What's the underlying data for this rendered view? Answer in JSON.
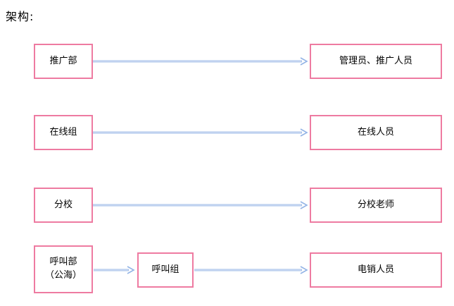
{
  "page": {
    "title": "架构:"
  },
  "colors": {
    "background": "#ffffff",
    "box_border": "#ee7ba1",
    "arrow": "#a6c0e8",
    "arrow_highlight": "#d9e5f7",
    "arrow_head": "#93b4e6",
    "text": "#000000"
  },
  "diagram": {
    "rows": [
      {
        "source": "推广部",
        "target": "管理员、推广人员"
      },
      {
        "source": "在线组",
        "target": "在线人员"
      },
      {
        "source": "分校",
        "target": "分校老师"
      },
      {
        "source": "呼叫部\n（公海）",
        "middle": "呼叫组",
        "target": "电销人员"
      }
    ]
  }
}
